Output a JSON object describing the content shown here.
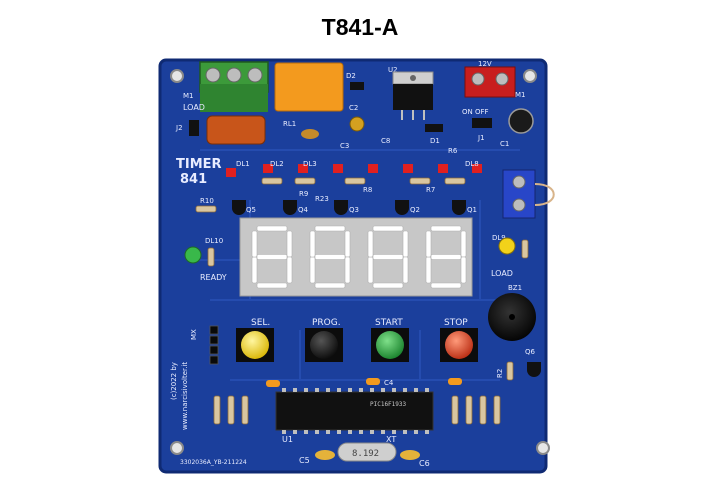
{
  "title": "T841-A",
  "board": {
    "brand_line1": "TIMER",
    "brand_line2": "841",
    "side_text_1": "(c)2022 by",
    "side_text_2": "www.narcisivolter.it",
    "serial": "3302036A_YB-211224",
    "refs": {
      "load": "LOAD",
      "m1": "M1",
      "rl1": "RL1",
      "d2": "D2",
      "c2": "C2",
      "c3": "C3",
      "u2": "U2",
      "d1": "D1",
      "c8": "C8",
      "j1": "J1",
      "j2": "J2",
      "onoff": "ON OFF",
      "v12": "12V",
      "m1b": "M1",
      "c1": "C1",
      "dl1": "DL1",
      "dl2": "DL2",
      "dl3": "DL3",
      "dl8": "DL8",
      "r6": "R6",
      "r9": "R9",
      "r8": "R8",
      "r7": "R7",
      "r23": "R23",
      "q5": "Q5",
      "q4": "Q4",
      "q3": "Q3",
      "q2": "Q2",
      "q1": "Q1",
      "r10": "R10",
      "dl10": "DL10",
      "ready": "READY",
      "dl9": "DL9",
      "load2": "LOAD",
      "bz1": "BZ1",
      "sel": "SEL.",
      "prog": "PROG.",
      "start": "START",
      "stop": "STOP",
      "mx": "MX",
      "q6": "Q6",
      "r2": "R2",
      "c4": "C4",
      "u1": "U1",
      "xt": "XT",
      "c5": "C5",
      "c6": "C6"
    },
    "mcu_label": "PIC16F1933",
    "crystal_label": "8.192",
    "display_digits": [
      "8",
      "8",
      "8",
      "8"
    ]
  },
  "colors": {
    "pcb": "#1b3f9c",
    "pcb_edge": "#0f2a73",
    "silk": "#e8ecff",
    "terminal_green": "#3c9a3a",
    "terminal_red": "#c81e1e",
    "terminal_blue": "#2846c8",
    "relay_orange": "#f39a1e",
    "btn_yellow": "#f2d21a",
    "btn_black": "#151515",
    "btn_green": "#22a332",
    "btn_red": "#e0401c",
    "led_red": "#e02020",
    "display_body": "#c7c7c7",
    "segment": "#ffffff"
  }
}
